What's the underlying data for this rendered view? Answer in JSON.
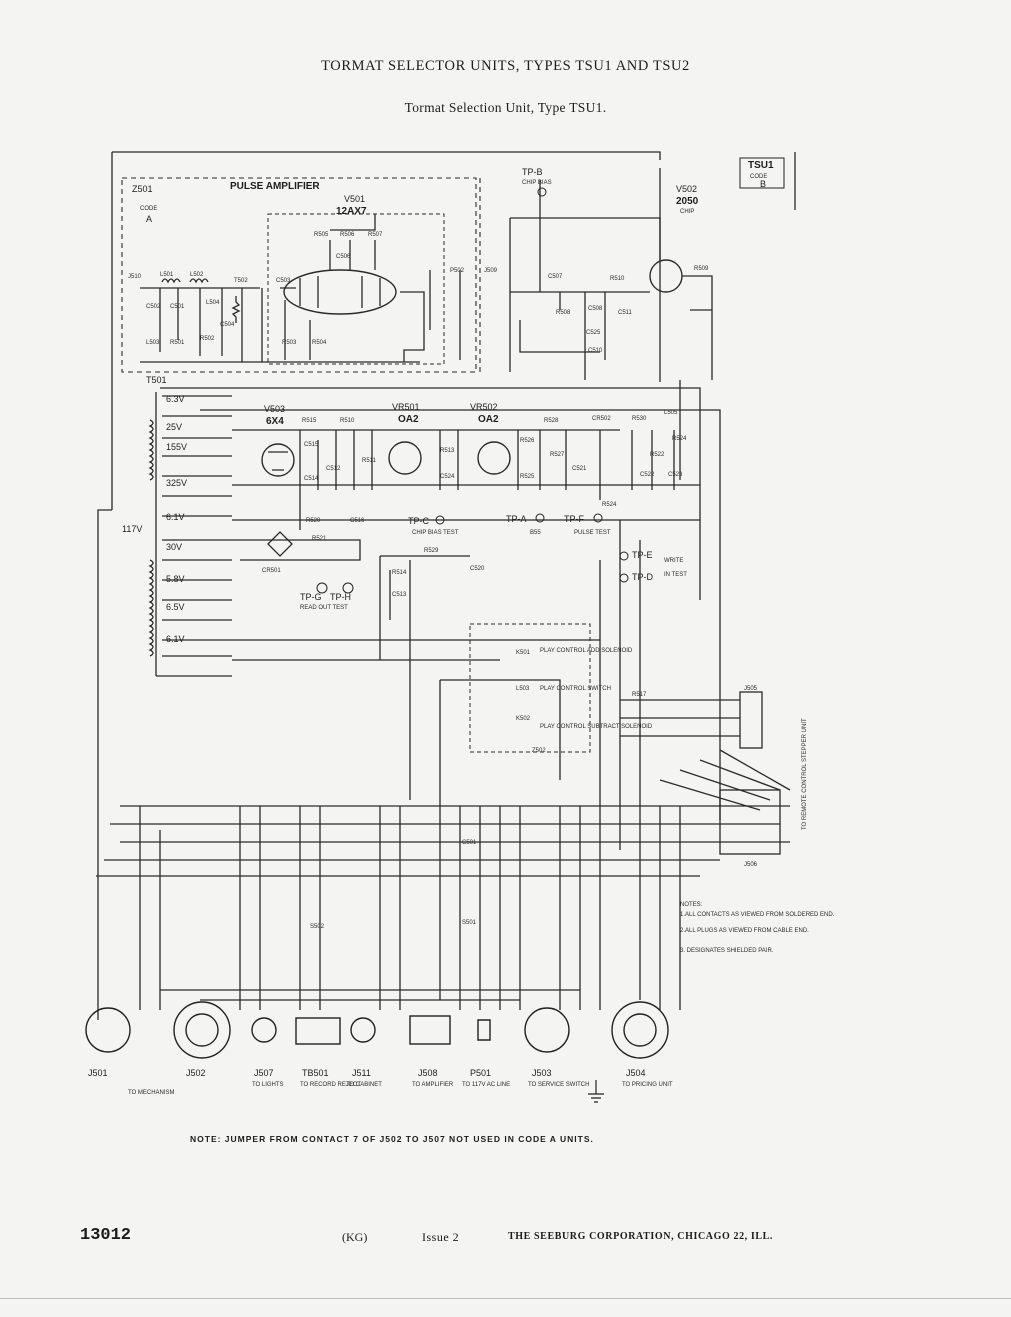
{
  "document": {
    "title": "TORMAT SELECTOR UNITS, TYPES TSU1 AND TSU2",
    "subtitle": "Tormat Selection Unit, Type TSU1."
  },
  "diagram": {
    "pulse_amp": {
      "title": "PULSE AMPLIFIER",
      "ref": "Z501",
      "code_label": "CODE",
      "code_value": "A",
      "tube_ref": "V501",
      "tube_type": "12AX7"
    },
    "tsu_box": {
      "name": "TSU1",
      "code_label": "CODE",
      "code_value": "B"
    },
    "v502": {
      "ref": "V502",
      "type": "2050",
      "sub": "CHIP"
    },
    "tp_b": {
      "name": "TP-B",
      "sub": "CHIP BIAS"
    },
    "transformer": {
      "ref": "T501",
      "taps": [
        "6.3V",
        "25V",
        "155V",
        "325V",
        "6.1V",
        "30V",
        "5.8V",
        "6.5V",
        "6.1V"
      ],
      "primary": "117V"
    },
    "tubes": [
      {
        "ref": "V503",
        "type": "6X4"
      },
      {
        "ref": "VR501",
        "type": "OA2"
      },
      {
        "ref": "VR502",
        "type": "OA2"
      }
    ],
    "components": [
      "J510",
      "L501",
      "L502",
      "T502",
      "C503",
      "C502",
      "C501",
      "L503",
      "R501",
      "R502",
      "L504",
      "C504",
      "R503",
      "R504",
      "R505",
      "R506",
      "R507",
      "C506",
      "P502",
      "J509",
      "C507",
      "R510",
      "R509",
      "R508",
      "C508",
      "C511",
      "C525",
      "C510",
      "R515",
      "R510",
      "C515",
      "C514",
      "C512",
      "R511",
      "R513",
      "C524",
      "R525",
      "R526",
      "R528",
      "R527",
      "C521",
      "CR502",
      "R530",
      "R522",
      "R524",
      "L505",
      "C522",
      "C523",
      "R524",
      "R520",
      "C516",
      "R521",
      "CR501",
      "R529",
      "C520",
      "R514",
      "C513",
      "R517",
      "K501",
      "L503",
      "K502",
      "Z502",
      "S502",
      "S501",
      "J505",
      "J506",
      "C501"
    ],
    "test_points": [
      {
        "name": "TP-C",
        "sub": "CHIP BIAS TEST"
      },
      {
        "name": "TP-A",
        "sub": "B55"
      },
      {
        "name": "TP-F",
        "sub": "PULSE TEST"
      },
      {
        "name": "TP-E",
        "sub": "WRITE"
      },
      {
        "name": "TP-D",
        "sub": "IN TEST"
      },
      {
        "name": "TP-G",
        "sub": ""
      },
      {
        "name": "TP-H",
        "sub": "READ OUT TEST"
      }
    ],
    "relay_box": [
      "PLAY CONTROL ADD SOLENOID",
      "PLAY CONTROL SWITCH",
      "PLAY CONTROL SUBTRACT SOLENOID"
    ],
    "side_label": "TO REMOTE CONTROL STEPPER UNIT",
    "notes": {
      "title": "NOTES:",
      "items": [
        "1.ALL CONTACTS AS VIEWED FROM SOLDERED END.",
        "2.ALL PLUGS AS VIEWED FROM CABLE END.",
        "3.   DESIGNATES SHIELDED PAIR."
      ]
    },
    "connectors": [
      {
        "ref": "J501",
        "label": "TO MECHANISM"
      },
      {
        "ref": "J502",
        "label": ""
      },
      {
        "ref": "J507",
        "label": "TO LIGHTS"
      },
      {
        "ref": "TB501",
        "label": "TO RECORD REJECT"
      },
      {
        "ref": "J511",
        "label": "TO CABINET"
      },
      {
        "ref": "J508",
        "label": "TO AMPLIFIER"
      },
      {
        "ref": "P501",
        "label": "TO 117V AC LINE"
      },
      {
        "ref": "J503",
        "label": "TO SERVICE SWITCH"
      },
      {
        "ref": "J504",
        "label": "TO PRICING UNIT"
      }
    ]
  },
  "note": "NOTE: JUMPER FROM CONTACT 7 OF J502 TO J507 NOT USED IN CODE A UNITS.",
  "footer": {
    "number": "13012",
    "kg": "(KG)",
    "issue": "Issue 2",
    "corp": "THE SEEBURG CORPORATION, CHICAGO 22, ILL."
  }
}
